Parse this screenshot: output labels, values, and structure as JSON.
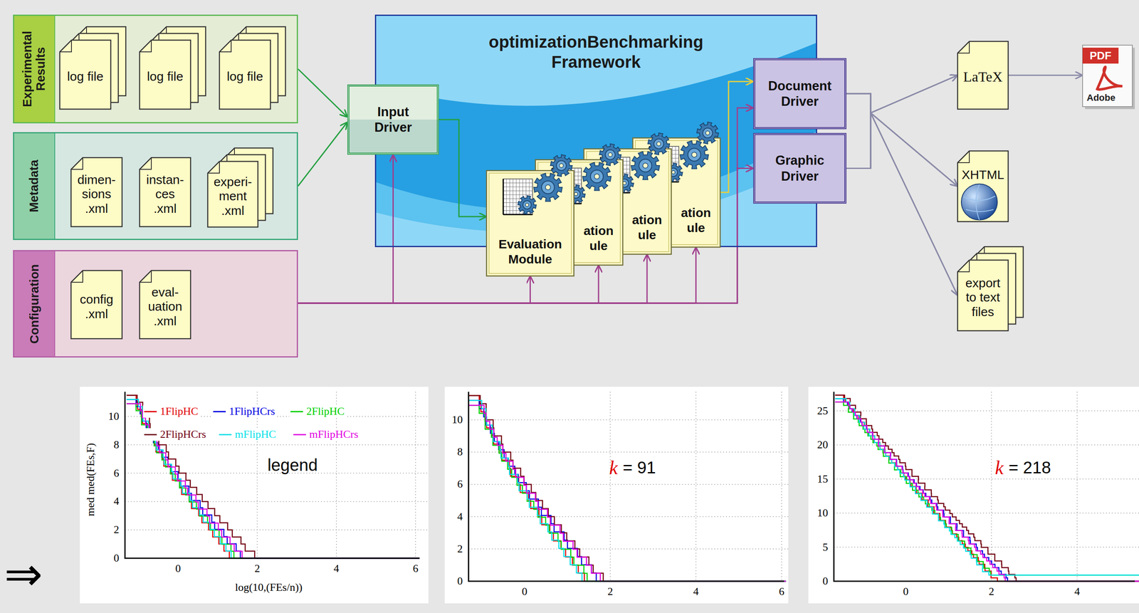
{
  "diagram": {
    "nodes": [
      {
        "text": [
          "Experimental Results"
        ]
      },
      {
        "text": [
          "log file"
        ],
        "in": 0
      },
      {
        "text": [
          "log file"
        ],
        "in": 0
      },
      {
        "text": [
          "log file"
        ],
        "in": 0
      },
      {
        "text": [
          "Metadata"
        ]
      },
      {
        "text": [
          "dimen- sions .xml"
        ],
        "in": 4
      },
      {
        "text": [
          "instan- ces .xml"
        ],
        "in": 4
      },
      {
        "text": [
          "experi- ment .xml"
        ],
        "in": 4
      },
      {
        "text": [
          "Configuration"
        ]
      },
      {
        "text": [
          "config .xml"
        ],
        "in": 8
      },
      {
        "text": [
          "eval- uation .xml"
        ],
        "in": 8
      },
      {
        "text": [
          "optimizationBenchmarking Framework"
        ]
      },
      {
        "text": [
          "Input Driver"
        ],
        "in": 11
      },
      {
        "text": [
          "Evaluation Module"
        ],
        "in": 11
      },
      {
        "text": [
          "ation ule"
        ],
        "in": 11
      },
      {
        "text": [
          "ation ule"
        ],
        "in": 11
      },
      {
        "text": [
          "ation ule"
        ],
        "in": 11
      },
      {
        "text": [
          "Document Driver"
        ],
        "in": 11
      },
      {
        "text": [
          "Graphic Driver"
        ],
        "in": 11
      },
      {
        "text": [
          "LaTeX"
        ]
      },
      {
        "text": [
          "PDF",
          "Adobe"
        ]
      },
      {
        "text": [
          "XHTML"
        ]
      },
      {
        "text": [
          "export to text files"
        ]
      }
    ],
    "edges": [
      {
        "from": 0,
        "to": 12,
        "arrow": "to"
      },
      {
        "from": 4,
        "to": 12,
        "arrow": "to"
      },
      {
        "from": 12,
        "to": 13,
        "arrow": "to"
      },
      {
        "from": 8,
        "to": 12,
        "arrow": "to"
      },
      {
        "from": 8,
        "to": 13,
        "arrow": "to"
      },
      {
        "from": 8,
        "to": 14,
        "arrow": "to"
      },
      {
        "from": 8,
        "to": 15,
        "arrow": "to"
      },
      {
        "from": 8,
        "to": 16,
        "arrow": "to"
      },
      {
        "from": 8,
        "to": 17,
        "arrow": "to"
      },
      {
        "from": 8,
        "to": 18,
        "arrow": "to"
      },
      {
        "from": 16,
        "to": 17,
        "arrow": "to"
      },
      {
        "from": 17,
        "to": 19,
        "arrow": "to"
      },
      {
        "from": 17,
        "to": 21,
        "arrow": "to"
      },
      {
        "from": 17,
        "to": 22,
        "arrow": "to"
      },
      {
        "from": 18,
        "to": 19,
        "arrow": "to"
      },
      {
        "from": 18,
        "to": 21,
        "arrow": "to"
      },
      {
        "from": 18,
        "to": 22,
        "arrow": "to"
      },
      {
        "from": 19,
        "to": 20,
        "arrow": "to"
      }
    ],
    "labels": [
      "⇒",
      "10",
      "8",
      "6",
      "4",
      "2",
      "0",
      "0",
      "2",
      "4",
      "6",
      "med med(FEs,F)",
      "log(10,(FEs/n))",
      "legend",
      "10",
      "8",
      "6",
      "4",
      "2",
      "0",
      "0",
      "2",
      "4",
      "6",
      "k",
      "= 91",
      "25",
      "20",
      "15",
      "10",
      "5",
      "0",
      "0",
      "2",
      "4",
      "k",
      "= 218"
    ],
    "legend": [
      {
        "text": "1FlipHC",
        "color": "#e00000"
      },
      {
        "text": "1FlipHCrs",
        "color": "#0000e0"
      },
      {
        "text": "2FlipHC",
        "color": "#00d000"
      },
      {
        "text": "2FlipHCrs",
        "color": "#700010"
      },
      {
        "text": "mFlipHC",
        "color": "#00e0e8"
      },
      {
        "text": "mFlipHCrs",
        "color": "#e000e0"
      }
    ]
  }
}
